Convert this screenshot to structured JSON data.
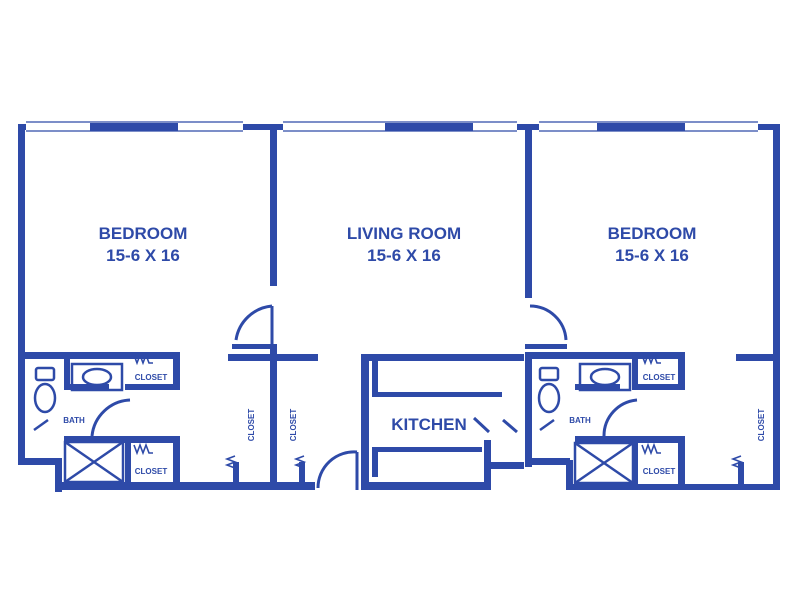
{
  "colors": {
    "wall": "#2e4aa8",
    "background": "#ffffff"
  },
  "rooms": {
    "bedroom_left": {
      "name": "BEDROOM",
      "dimensions": "15-6 X 16"
    },
    "living_room": {
      "name": "LIVING ROOM",
      "dimensions": "15-6 X 16"
    },
    "bedroom_right": {
      "name": "BEDROOM",
      "dimensions": "15-6 X 16"
    },
    "kitchen": {
      "name": "KITCHEN"
    }
  },
  "labels": {
    "bath": "BATH",
    "closet": "CLOSET"
  }
}
